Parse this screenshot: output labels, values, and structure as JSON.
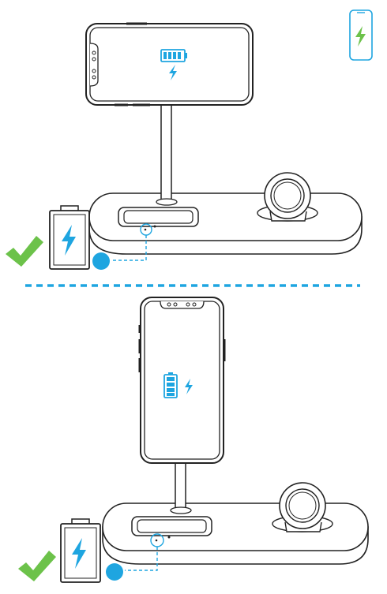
{
  "colors": {
    "accent": "#1ea5e0",
    "check": "#6cc24a",
    "line": "#222222",
    "fill": "#ffffff"
  },
  "indicator_icon": "phone-charging-icon",
  "scenes": [
    {
      "phone_orientation": "landscape",
      "status_icons": [
        "battery-full-icon",
        "bolt-icon"
      ],
      "external_battery_icon": "battery-charging-icon",
      "result_icon": "checkmark-icon",
      "led_indicator": "blue-dot"
    },
    {
      "phone_orientation": "portrait",
      "status_icons": [
        "battery-full-icon",
        "bolt-icon"
      ],
      "external_battery_icon": "battery-charging-icon",
      "result_icon": "checkmark-icon",
      "led_indicator": "blue-dot"
    }
  ],
  "divider_style": "dashed"
}
